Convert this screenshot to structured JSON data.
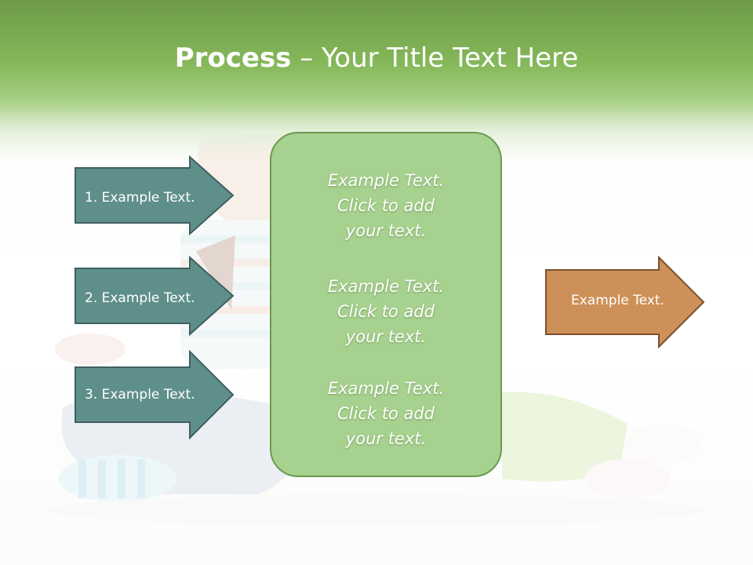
{
  "title": {
    "bold": "Process",
    "rest": " – Your Title Text Here"
  },
  "left_steps": [
    {
      "label": "1. Example Text."
    },
    {
      "label": "2. Example Text."
    },
    {
      "label": "3. Example Text."
    }
  ],
  "center_items": [
    {
      "text": "Example Text.\nClick  to add\nyour text."
    },
    {
      "text": "Example Text.\nClick  to add\nyour text."
    },
    {
      "text": "Example Text.\nClick  to add\nyour text."
    }
  ],
  "right_arrow": {
    "label": "Example Text."
  },
  "colors": {
    "header_green": "#86b85a",
    "teal_arrow": "#5f8f8b",
    "center_box": "#a7d18e",
    "orange_arrow": "#cd9058"
  }
}
